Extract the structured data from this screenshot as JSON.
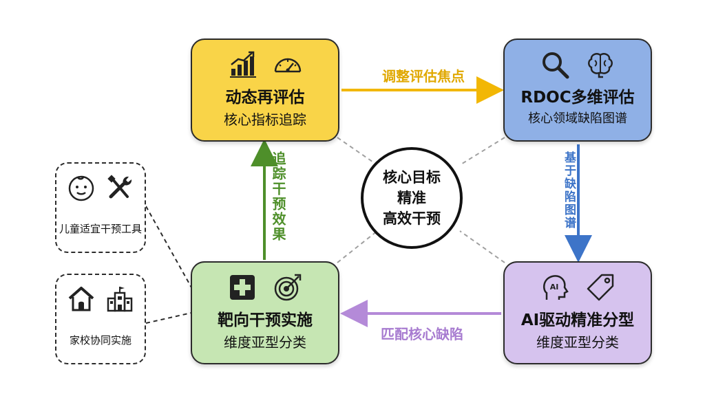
{
  "center": {
    "line1": "核心目标",
    "line2": "精准",
    "line3": "高效干预"
  },
  "boxes": {
    "top_left": {
      "title": "动态再评估",
      "subtitle": "核心指标追踪",
      "icons": [
        "bar-chart-icon",
        "gauge-icon"
      ],
      "color": "#f9d448"
    },
    "top_right": {
      "title": "RDOC多维评估",
      "subtitle": "核心领域缺陷图谱",
      "icons": [
        "magnifier-icon",
        "brain-icon"
      ],
      "color": "#8fb0e6"
    },
    "bottom_right": {
      "title": "AI驱动精准分型",
      "subtitle": "维度亚型分类",
      "icons": [
        "ai-head-icon",
        "tag-icon"
      ],
      "color": "#d6c3ee"
    },
    "bottom_left": {
      "title": "靶向干预实施",
      "subtitle": "维度亚型分类",
      "icons": [
        "medical-cross-icon",
        "target-icon"
      ],
      "color": "#c6e6b3"
    }
  },
  "arrows": {
    "top": {
      "label": "调整评估焦点",
      "color": "#f2b705"
    },
    "right": {
      "label": "基于缺陷图谱",
      "color": "#3d74c8"
    },
    "bottom": {
      "label": "匹配核心缺陷",
      "color": "#b48ad8"
    },
    "left": {
      "label": "追踪干预效果",
      "color": "#4e8f2a"
    }
  },
  "side_boxes": [
    {
      "caption": "儿童适宜干预工具",
      "icons": [
        "child-face-icon",
        "tools-icon"
      ]
    },
    {
      "caption": "家校协同实施",
      "icons": [
        "house-icon",
        "school-icon"
      ]
    }
  ]
}
